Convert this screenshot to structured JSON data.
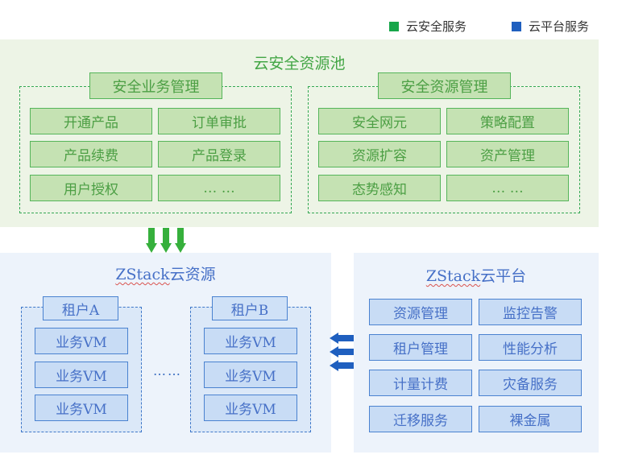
{
  "legend": [
    {
      "label": "云安全服务",
      "color": "#17a64a"
    },
    {
      "label": "云平台服务",
      "color": "#1f5fbf"
    }
  ],
  "pool": {
    "title": "云安全资源池",
    "business": {
      "title": "安全业务管理",
      "items": [
        "开通产品",
        "订单审批",
        "产品续费",
        "产品登录",
        "用户授权",
        "… …"
      ]
    },
    "resource": {
      "title": "安全资源管理",
      "items": [
        "安全网元",
        "策略配置",
        "资源扩容",
        "资产管理",
        "态势感知",
        "… …"
      ]
    }
  },
  "zstack_resource": {
    "title_brand": "ZStack",
    "title_rest": "云资源",
    "tenants": [
      {
        "label": "租户A",
        "vms": [
          "业务VM",
          "业务VM",
          "业务VM"
        ]
      },
      {
        "label": "租户B",
        "vms": [
          "业务VM",
          "业务VM",
          "业务VM"
        ]
      }
    ],
    "ellipsis": "……"
  },
  "zstack_platform": {
    "title_brand": "ZStack",
    "title_rest": "云平台",
    "items": [
      "资源管理",
      "监控告警",
      "租户管理",
      "性能分析",
      "计量计费",
      "灾备服务",
      "迁移服务",
      "裸金属"
    ]
  }
}
